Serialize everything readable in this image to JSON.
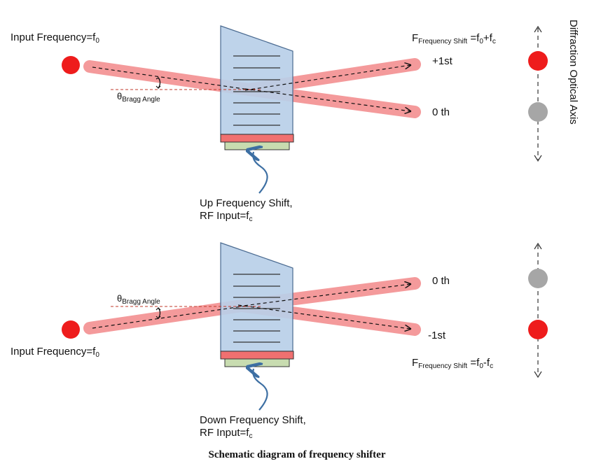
{
  "caption": "Schematic diagram of frequency shifter",
  "axis_title": "Diffraction Optical Axis",
  "colors": {
    "beam": "#f49a9b",
    "dot_active": "#ee1c1c",
    "dot_inactive": "#a6a6a6",
    "crystal_fill": "#b8cfe8",
    "crystal_stroke": "#4a6a90",
    "transducer": "#f07070",
    "base": "#c8dcb0",
    "arrow": "#3d6fa3"
  },
  "top": {
    "input": {
      "prefix": "Input Frequency=f",
      "sub": "0"
    },
    "bragg": {
      "theta": "θ",
      "sub": "Bragg Angle"
    },
    "output_formula": {
      "F": "F",
      "sub": "Frequency Shift",
      "eq": " =f",
      "sub2": "0",
      "plus": "+f",
      "sub3": "c"
    },
    "order_upper": "+1st",
    "order_lower": "0 th",
    "rf_line1": "Up Frequency Shift,",
    "rf_line2_prefix": "RF Input=f",
    "rf_line2_sub": "c"
  },
  "bottom": {
    "input": {
      "prefix": "Input Frequency=f",
      "sub": "0"
    },
    "bragg": {
      "theta": "θ",
      "sub": "Bragg Angle"
    },
    "output_formula": {
      "F": "F",
      "sub": "Frequency Shift",
      "eq": " =f",
      "sub2": "0",
      "minus": "-f",
      "sub3": "c"
    },
    "order_upper": "0 th",
    "order_lower": "-1st",
    "rf_line1": "Down Frequency Shift,",
    "rf_line2_prefix": "RF Input=f",
    "rf_line2_sub": "c"
  }
}
